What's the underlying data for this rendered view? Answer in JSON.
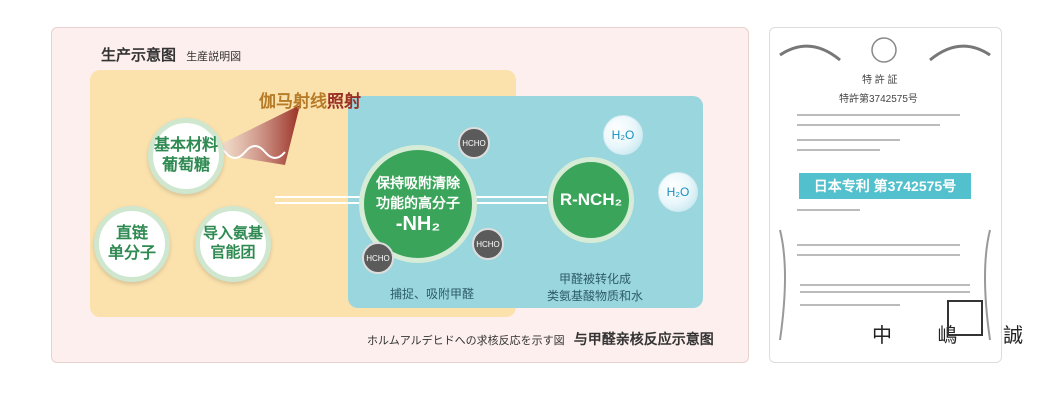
{
  "heading": {
    "main": "生产示意图",
    "sub": "生産説明図"
  },
  "gamma": {
    "prefix": "伽马射线",
    "highlight": "照射"
  },
  "bubbles": {
    "material": "基本材料\n葡萄糖",
    "chain": "直链\n单分子",
    "amino": "导入氨基\n官能团"
  },
  "center": {
    "line1": "保持吸附清除",
    "line2": "功能的高分子",
    "line3": "-NH₂"
  },
  "product": "R-NCH₂",
  "molecule_label": "HCHO",
  "water_label": "H₂O",
  "captions": {
    "capture": "捕捉、吸附甲醛",
    "convert1": "甲醛被转化成",
    "convert2": "类氨基酸物质和水"
  },
  "bottom": {
    "jp": "ホルムアルデヒドへの求核反応を示す図",
    "zh": "与甲醛亲核反应示意图"
  },
  "cert": {
    "title": "特 許 証",
    "number": "特許第3742575号",
    "banner": "日本专利 第3742575号",
    "signer": "中 嶋 誠"
  },
  "colors": {
    "panel": "#fcefed",
    "left_zone": "#fbe2ad",
    "right_zone": "#9ad6dd",
    "accent": "#3aa55a",
    "banner": "#52c0cd"
  }
}
